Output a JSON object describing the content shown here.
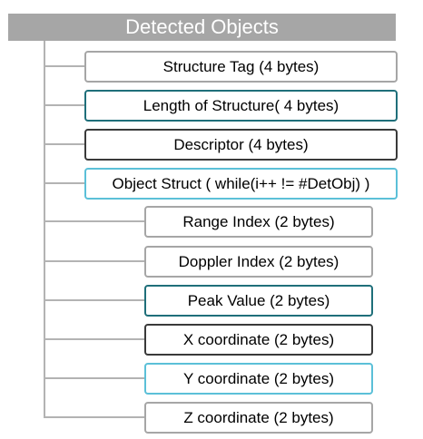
{
  "header": {
    "title": "Detected Objects"
  },
  "fields": [
    {
      "label": "Structure Tag (4 bytes)"
    },
    {
      "label": "Length of Structure( 4 bytes)"
    },
    {
      "label": "Descriptor (4 bytes)"
    },
    {
      "label": "Object Struct ( while(i++ != #DetObj) )"
    },
    {
      "label": "Range Index (2 bytes)"
    },
    {
      "label": "Doppler Index (2 bytes)"
    },
    {
      "label": "Peak Value (2 bytes)"
    },
    {
      "label": "X coordinate (2 bytes)"
    },
    {
      "label": "Y coordinate (2 bytes)"
    },
    {
      "label": "Z coordinate (2 bytes)"
    }
  ],
  "colors": {
    "header_bg": "#a6a6a6",
    "connector": "#b3b3b3",
    "border_gray": "#a6a6a6",
    "border_teal": "#1f6f7a",
    "border_dark": "#3a3a3a",
    "border_cyan": "#5bc0d8"
  }
}
